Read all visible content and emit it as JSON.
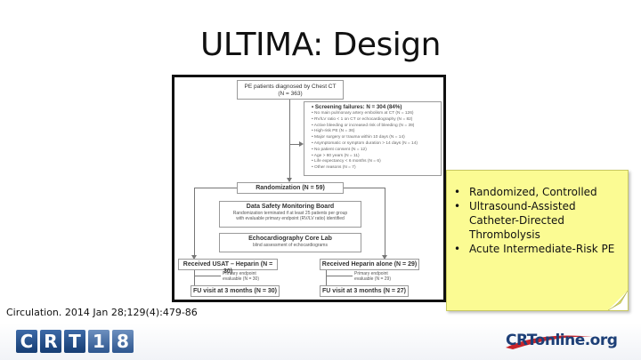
{
  "slide": {
    "title": "ULTIMA: Design",
    "citation": "Circulation. 2014 Jan 28;129(4):479-86"
  },
  "diagram": {
    "diagnosed": {
      "line1": "PE patients diagnosed by Chest CT",
      "line2": "(N = 363)"
    },
    "screening": {
      "title": "Screening failures: N = 304 (84%)",
      "items": [
        "No main pulmonary artery embolism at CT (N = 126)",
        "RV/LV ratio < 1 on CT or echocardiography (N = 82)",
        "Active bleeding or increased risk of bleeding (N = 39)",
        "High-risk PE (N = 36)",
        "Major surgery or trauma within 10 days (N = 14)",
        "Asymptomatic or symptom duration > 14 days (N = 14)",
        "No patient consent (N = 12)",
        "Age > 80 years (N = 11)",
        "Life expectancy < 6 months (N = 6)",
        "Other reasons (N = 7)"
      ]
    },
    "randomization": "Randomization (N = 59)",
    "dsmb": {
      "title": "Data Safety Monitoring Board",
      "line1": "Randomization terminated if at least 25 patients per group",
      "line2": "with evaluable primary endpoint (RV/LV ratio) identified"
    },
    "echo": {
      "title": "Echocardiography Core Lab",
      "sub": "blind assessment of echocardiograms"
    },
    "usat": {
      "title": "Received USAT – Heparin (N = 30)",
      "endpoint1": "Primary endpoint",
      "endpoint2": "evaluable (N = 30)",
      "fu": "FU visit at 3 months (N = 30)"
    },
    "heparin": {
      "title": "Received Heparin alone (N = 29)",
      "endpoint1": "Primary endpoint",
      "endpoint2": "evaluable (N = 29)",
      "fu": "FU visit at 3 months (N = 27)"
    }
  },
  "note": {
    "bullets": [
      "Randomized, Controlled",
      "Ultrasound-Assisted Catheter-Directed Thrombolysis",
      "Acute Intermediate-Risk PE"
    ],
    "color": "#fbfb93"
  },
  "footer": {
    "crt_letters": [
      "C",
      "R",
      "T",
      "1",
      "8"
    ],
    "crt_online_prefix": "CRT",
    "crt_online_suffix": "online.org",
    "brand_color": "#1d3f77"
  }
}
